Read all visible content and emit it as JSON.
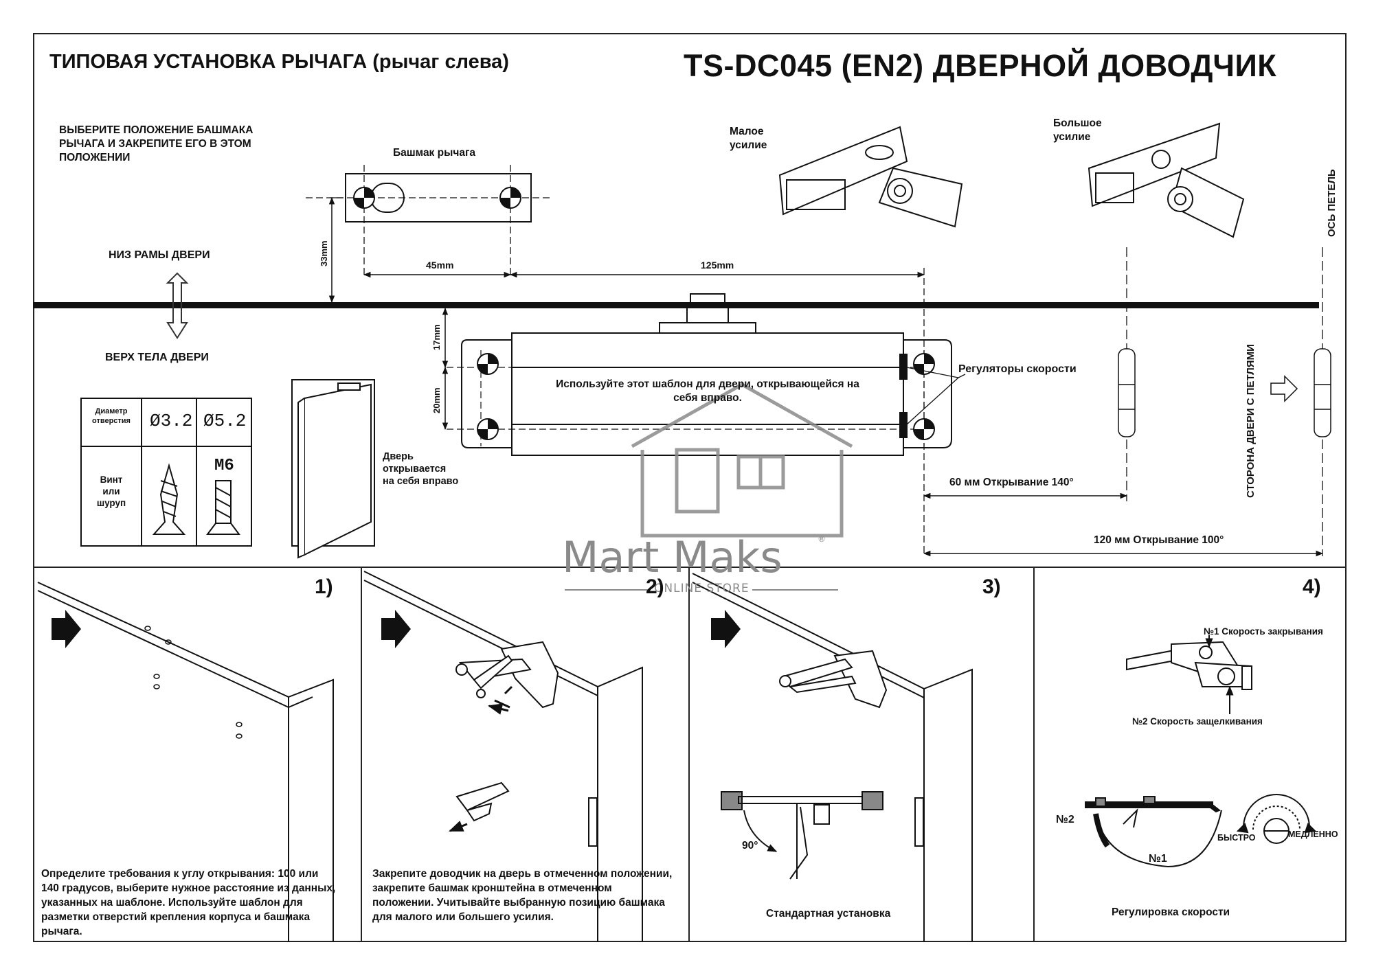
{
  "header": {
    "left_title": "ТИПОВАЯ УСТАНОВКА РЫЧАГА (рычаг слева)",
    "right_title": "TS-DC045 (EN2) ДВЕРНОЙ ДОВОДЧИК"
  },
  "top": {
    "instruction_lines": [
      "ВЫБЕРИТЕ ПОЛОЖЕНИЕ БАШМАКА",
      "РЫЧАГА И ЗАКРЕПИТЕ ЕГО В ЭТОМ",
      "ПОЛОЖЕНИИ"
    ],
    "shoe_label": "Башмак рычага",
    "small_force_lines": [
      "Малое",
      "усилие"
    ],
    "large_force_lines": [
      "Большое",
      "усилие"
    ],
    "hinge_axis": "ОСЬ ПЕТЕЛЬ",
    "door_frame_bottom": "НИЗ РАМЫ ДВЕРИ",
    "door_body_top": "ВЕРХ ТЕЛА ДВЕРИ",
    "dim_33": "33mm",
    "dim_45": "45mm",
    "dim_125": "125mm",
    "dim_17": "17mm",
    "dim_20": "20mm",
    "template_text_lines": [
      "Используйте этот шаблон для двери, открывающейся на",
      "себя вправо."
    ],
    "speed_regulators": "Регуляторы скорости",
    "door_opens_lines": [
      "Дверь",
      "открывается",
      "на себя вправо"
    ],
    "hinge_side": "СТОРОНА ДВЕРИ С ПЕТЛЯМИ",
    "opening_60": "60 мм   Открывание 140°",
    "opening_120": "120 мм   Открывание 100°"
  },
  "hole_table": {
    "diam_label_lines": [
      "Диаметр",
      "отверстия"
    ],
    "d1": "Ø3.2",
    "d2": "Ø5.2",
    "screw_label_lines": [
      "Винт",
      "или",
      "шуруп"
    ],
    "m6": "M6"
  },
  "watermark": {
    "brand": "Mart Maks",
    "reg": "®",
    "sub": "ONLINE STORE"
  },
  "steps": [
    {
      "num": "1)",
      "text": "Определите требования к углу открывания: 100 или 140 градусов, выберите нужное расстояние из данных, указанных на шаблоне. Используйте шаблон для разметки отверстий крепления корпуса и башмака рычага."
    },
    {
      "num": "2)",
      "text": "Закрепите доводчик на дверь в отмеченном положении, закрепите башмак кронштейна в отмеченном положении. Учитывайте выбранную позицию башмака для малого или большего усилия."
    },
    {
      "num": "3)",
      "text": "",
      "angle": "90°",
      "caption": "Стандартная установка"
    },
    {
      "num": "4)",
      "speed1": "№1 Скорость закрывания",
      "speed2": "№2 Скорость защелкивания",
      "n2": "№2",
      "n1": "№1",
      "fast": "БЫСТРО",
      "slow": "МЕДЛЕННО",
      "caption": "Регулировка скорости"
    }
  ]
}
